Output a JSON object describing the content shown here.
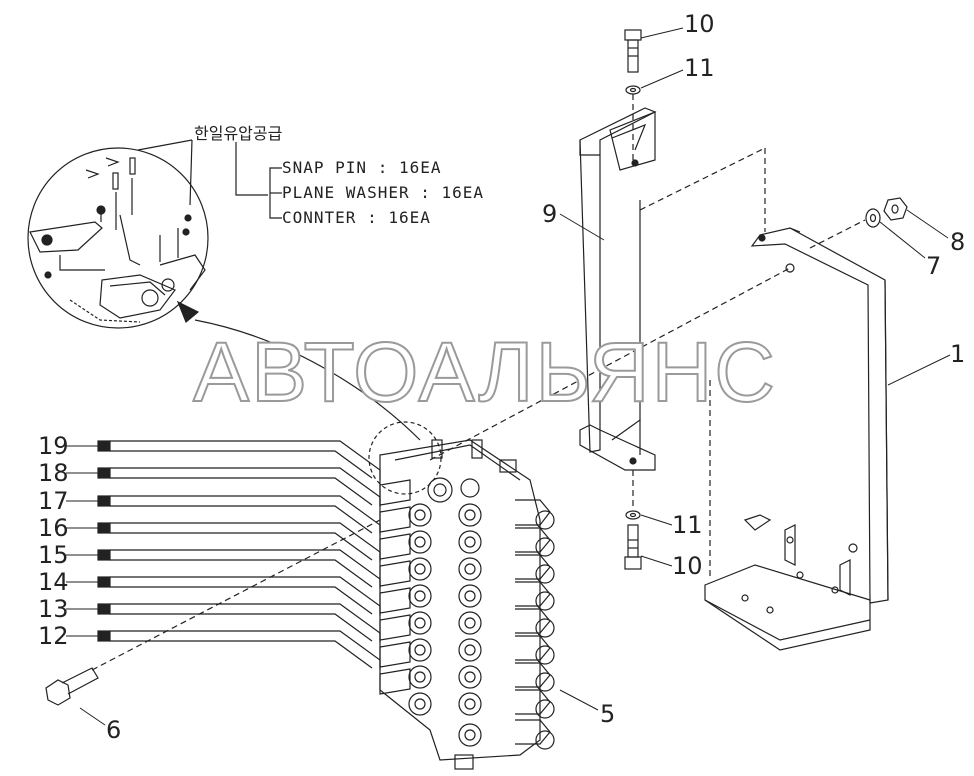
{
  "watermark": "АВТОАЛЬЯНС",
  "supply_label": "한일유압공급",
  "notes": [
    "SNAP PIN : 16EA",
    "PLANE WASHER : 16EA",
    "CONNTER : 16EA"
  ],
  "callouts": {
    "bolt_top": "10",
    "washer_top": "11",
    "strap": "9",
    "nut": "8",
    "washer_side": "7",
    "bracket": "1",
    "washer_bottom": "11",
    "bolt_bottom": "10",
    "valve": "5",
    "bolt_lower": "6",
    "rod_19": "19",
    "rod_18": "18",
    "rod_17": "17",
    "rod_16": "16",
    "rod_15": "15",
    "rod_14": "14",
    "rod_13": "13",
    "rod_12": "12"
  },
  "colors": {
    "line": "#222222",
    "watermark_outline": "#9a9a9a"
  }
}
